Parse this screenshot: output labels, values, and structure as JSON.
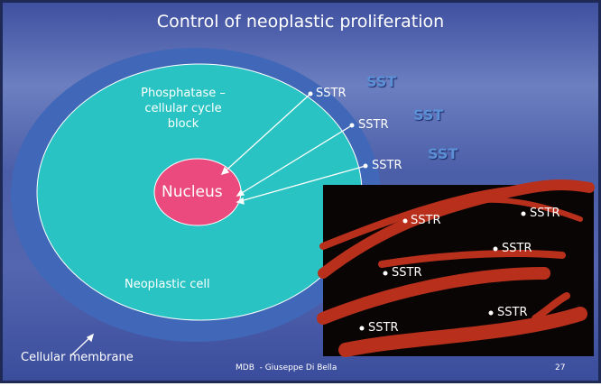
{
  "title": "Control of neoplastic proliferation",
  "cell": {
    "phosphatase": "Phosphatase –",
    "cycle": "cellular cycle",
    "block": "block",
    "nucleus": "Nucleus",
    "neoplastic": "Neoplastic cell",
    "membrane": "Cellular membrane"
  },
  "sst": [
    "SST",
    "SST",
    "SST"
  ],
  "sstr": "SSTR",
  "footer": {
    "author": "MDB  - Giuseppe Di Bella",
    "page": "27"
  },
  "colors": {
    "membrane": "#4168b8",
    "cytoplasm": "#2ac3c3",
    "nucleus": "#ea4a7e"
  }
}
